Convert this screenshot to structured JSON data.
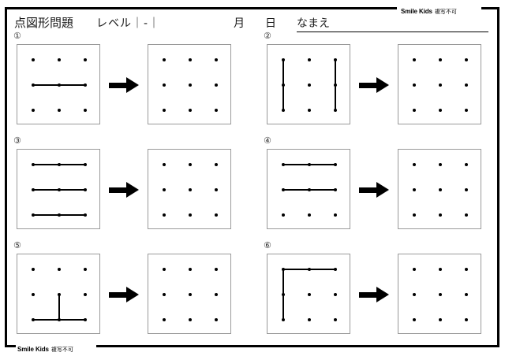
{
  "page": {
    "brand_name": "Smile Kids",
    "brand_note": "複写不可"
  },
  "header": {
    "title": "点図形問題",
    "level": "レベル｜-｜",
    "month_label": "月",
    "day_label": "日",
    "name_label": "なまえ",
    "name_value": ""
  },
  "worksheet": {
    "grid_rows": 3,
    "grid_cols": 3,
    "arrow_icon": "right-arrow-icon",
    "problems": [
      {
        "number": "①",
        "question_segments": [
          {
            "type": "h",
            "row": 1,
            "col_start": 0,
            "col_end": 2
          }
        ],
        "answer_segments": []
      },
      {
        "number": "②",
        "question_segments": [
          {
            "type": "v",
            "col": 0,
            "row_start": 0,
            "row_end": 2
          },
          {
            "type": "v",
            "col": 2,
            "row_start": 0,
            "row_end": 2
          }
        ],
        "answer_segments": []
      },
      {
        "number": "③",
        "question_segments": [
          {
            "type": "h",
            "row": 0,
            "col_start": 0,
            "col_end": 2
          },
          {
            "type": "h",
            "row": 1,
            "col_start": 0,
            "col_end": 2
          },
          {
            "type": "h",
            "row": 2,
            "col_start": 0,
            "col_end": 2
          }
        ],
        "answer_segments": []
      },
      {
        "number": "④",
        "question_segments": [
          {
            "type": "h",
            "row": 0,
            "col_start": 0,
            "col_end": 2
          },
          {
            "type": "h",
            "row": 1,
            "col_start": 0,
            "col_end": 2
          }
        ],
        "answer_segments": []
      },
      {
        "number": "⑤",
        "question_segments": [
          {
            "type": "v",
            "col": 1,
            "row_start": 1,
            "row_end": 2
          },
          {
            "type": "h",
            "row": 2,
            "col_start": 0,
            "col_end": 2
          }
        ],
        "answer_segments": []
      },
      {
        "number": "⑥",
        "question_segments": [
          {
            "type": "h",
            "row": 0,
            "col_start": 0,
            "col_end": 2
          },
          {
            "type": "v",
            "col": 0,
            "row_start": 0,
            "row_end": 2
          }
        ],
        "answer_segments": []
      }
    ]
  }
}
